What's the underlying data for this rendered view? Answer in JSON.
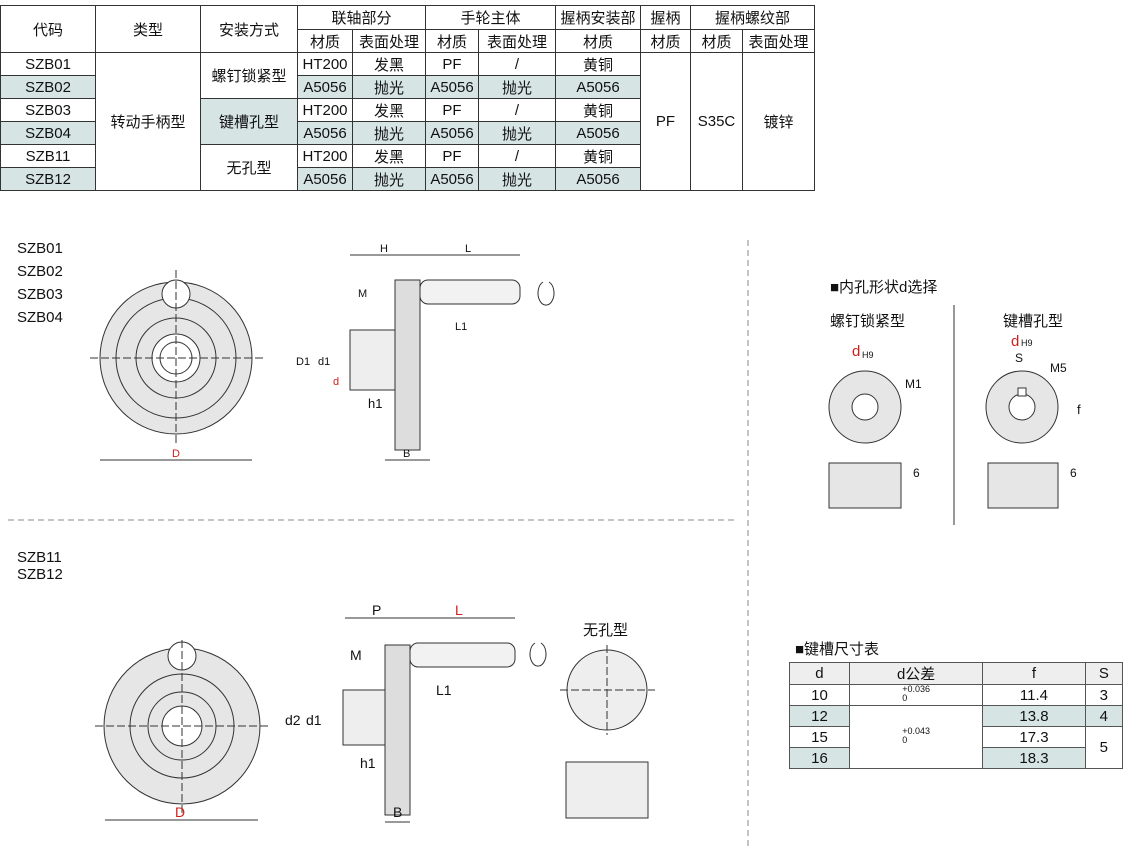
{
  "spec_table": {
    "headers": {
      "code": "代码",
      "type": "类型",
      "mount": "安装方式",
      "coupling": "联轴部分",
      "wheel": "手轮主体",
      "grip_mount": "握柄安装部",
      "grip": "握柄",
      "grip_thread": "握柄螺纹部",
      "material": "材质",
      "surface": "表面处理"
    },
    "rows": [
      {
        "code": "SZB01",
        "c_mat": "HT200",
        "c_surf": "发黑",
        "w_mat": "PF",
        "w_surf": "/",
        "g_mat": "黄铜"
      },
      {
        "code": "SZB02",
        "c_mat": "A5056",
        "c_surf": "抛光",
        "w_mat": "A5056",
        "w_surf": "抛光",
        "g_mat": "A5056"
      },
      {
        "code": "SZB03",
        "c_mat": "HT200",
        "c_surf": "发黑",
        "w_mat": "PF",
        "w_surf": "/",
        "g_mat": "黄铜"
      },
      {
        "code": "SZB04",
        "c_mat": "A5056",
        "c_surf": "抛光",
        "w_mat": "A5056",
        "w_surf": "抛光",
        "g_mat": "A5056"
      },
      {
        "code": "SZB11",
        "c_mat": "HT200",
        "c_surf": "发黑",
        "w_mat": "PF",
        "w_surf": "/",
        "g_mat": "黄铜"
      },
      {
        "code": "SZB12",
        "c_mat": "A5056",
        "c_surf": "抛光",
        "w_mat": "A5056",
        "w_surf": "抛光",
        "g_mat": "A5056"
      }
    ],
    "type_value": "转动手柄型",
    "mounts": [
      "螺钉锁紧型",
      "键槽孔型",
      "无孔型"
    ],
    "grip_mat": "PF",
    "thread_mat": "S35C",
    "thread_surf": "镀锌"
  },
  "drawing1": {
    "models": [
      "SZB01",
      "SZB02",
      "SZB03",
      "SZB04"
    ],
    "D": "D",
    "H": "H",
    "L": "L",
    "M": "M",
    "L1": "L1",
    "D1": "D1",
    "d1": "d1",
    "d": "d",
    "h1": "h1",
    "B": "B"
  },
  "drawing2": {
    "models": [
      "SZB11",
      "SZB12"
    ],
    "D": "D",
    "P": "P",
    "L": "L",
    "M": "M",
    "L1": "L1",
    "d2": "d2",
    "d1": "d1",
    "h1": "h1",
    "B": "B",
    "no_hole": "无孔型"
  },
  "hole_select": {
    "title": "■内孔形状d选择",
    "screw": "螺钉锁紧型",
    "key": "键槽孔型",
    "dH9": "d",
    "H9": "H9",
    "M1": "M1",
    "M5": "M5",
    "f": "f",
    "S": "S",
    "six": "6"
  },
  "keyway_table": {
    "title": "■键槽尺寸表",
    "headers": [
      "d",
      "d公差",
      "f",
      "S"
    ],
    "rows": [
      {
        "d": "10",
        "f": "11.4",
        "S": "3"
      },
      {
        "d": "12",
        "f": "13.8",
        "S": "4"
      },
      {
        "d": "15",
        "f": "17.3"
      },
      {
        "d": "16",
        "f": "18.3"
      }
    ],
    "tol1": {
      "upper": "+0.036",
      "lower": "0"
    },
    "tol2": {
      "upper": "+0.043",
      "lower": "0"
    },
    "S_merged": "5"
  },
  "colors": {
    "accent": "#d0201a",
    "tint": "#d6e4e4"
  }
}
